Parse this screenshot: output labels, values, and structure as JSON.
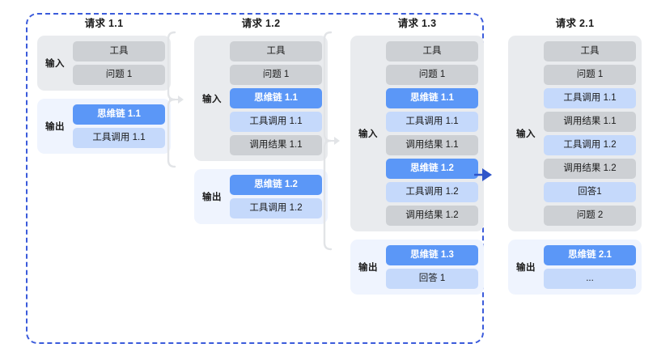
{
  "diagram": {
    "session_boundary_color": "#3b5bdb",
    "colors": {
      "input_group_bg": "#e9ebee",
      "output_group_bg": "#eff4fe",
      "item_gray": "#cdd0d4",
      "item_blue_dark": "#5b97f7",
      "item_blue_light": "#c5d9fb",
      "bracket": "#e2e4e7",
      "arrow_blue": "#2f55c9"
    },
    "columns": [
      {
        "title": "请求 1.1",
        "groups": [
          {
            "label": "输入",
            "kind": "input",
            "items": [
              {
                "text": "工具",
                "style": "gray"
              },
              {
                "text": "问题 1",
                "style": "gray"
              }
            ]
          },
          {
            "label": "输出",
            "kind": "output",
            "items": [
              {
                "text": "思维链 1.1",
                "style": "blue-dark"
              },
              {
                "text": "工具调用 1.1",
                "style": "blue-light"
              }
            ]
          }
        ]
      },
      {
        "title": "请求 1.2",
        "groups": [
          {
            "label": "输入",
            "kind": "input",
            "items": [
              {
                "text": "工具",
                "style": "gray"
              },
              {
                "text": "问题 1",
                "style": "gray"
              },
              {
                "text": "思维链 1.1",
                "style": "blue-dark"
              },
              {
                "text": "工具调用 1.1",
                "style": "blue-light"
              },
              {
                "text": "调用结果 1.1",
                "style": "gray"
              }
            ]
          },
          {
            "label": "输出",
            "kind": "output",
            "items": [
              {
                "text": "思维链 1.2",
                "style": "blue-dark"
              },
              {
                "text": "工具调用 1.2",
                "style": "blue-light"
              }
            ]
          }
        ]
      },
      {
        "title": "请求 1.3",
        "groups": [
          {
            "label": "输入",
            "kind": "input",
            "items": [
              {
                "text": "工具",
                "style": "gray"
              },
              {
                "text": "问题 1",
                "style": "gray"
              },
              {
                "text": "思维链 1.1",
                "style": "blue-dark"
              },
              {
                "text": "工具调用 1.1",
                "style": "blue-light"
              },
              {
                "text": "调用结果 1.1",
                "style": "gray"
              },
              {
                "text": "思维链 1.2",
                "style": "blue-dark"
              },
              {
                "text": "工具调用 1.2",
                "style": "blue-light"
              },
              {
                "text": "调用结果 1.2",
                "style": "gray"
              }
            ]
          },
          {
            "label": "输出",
            "kind": "output",
            "items": [
              {
                "text": "思维链 1.3",
                "style": "blue-dark"
              },
              {
                "text": "回答 1",
                "style": "blue-light"
              }
            ]
          }
        ]
      },
      {
        "title": "请求 2.1",
        "groups": [
          {
            "label": "输入",
            "kind": "input",
            "items": [
              {
                "text": "工具",
                "style": "gray"
              },
              {
                "text": "问题 1",
                "style": "gray"
              },
              {
                "text": "工具调用 1.1",
                "style": "blue-light"
              },
              {
                "text": "调用结果 1.1",
                "style": "gray"
              },
              {
                "text": "工具调用 1.2",
                "style": "blue-light"
              },
              {
                "text": "调用结果 1.2",
                "style": "gray"
              },
              {
                "text": "回答1",
                "style": "blue-light"
              },
              {
                "text": "问题 2",
                "style": "gray"
              }
            ]
          },
          {
            "label": "输出",
            "kind": "output",
            "items": [
              {
                "text": "思维链 2.1",
                "style": "blue-dark"
              },
              {
                "text": "...",
                "style": "blue-light"
              }
            ]
          }
        ]
      }
    ],
    "connectors": [
      {
        "name": "bracket-1-to-2",
        "kind": "bracket-arrow"
      },
      {
        "name": "bracket-2-to-3",
        "kind": "bracket-arrow"
      },
      {
        "name": "arrow-3-to-4",
        "kind": "blue-arrow"
      }
    ]
  }
}
